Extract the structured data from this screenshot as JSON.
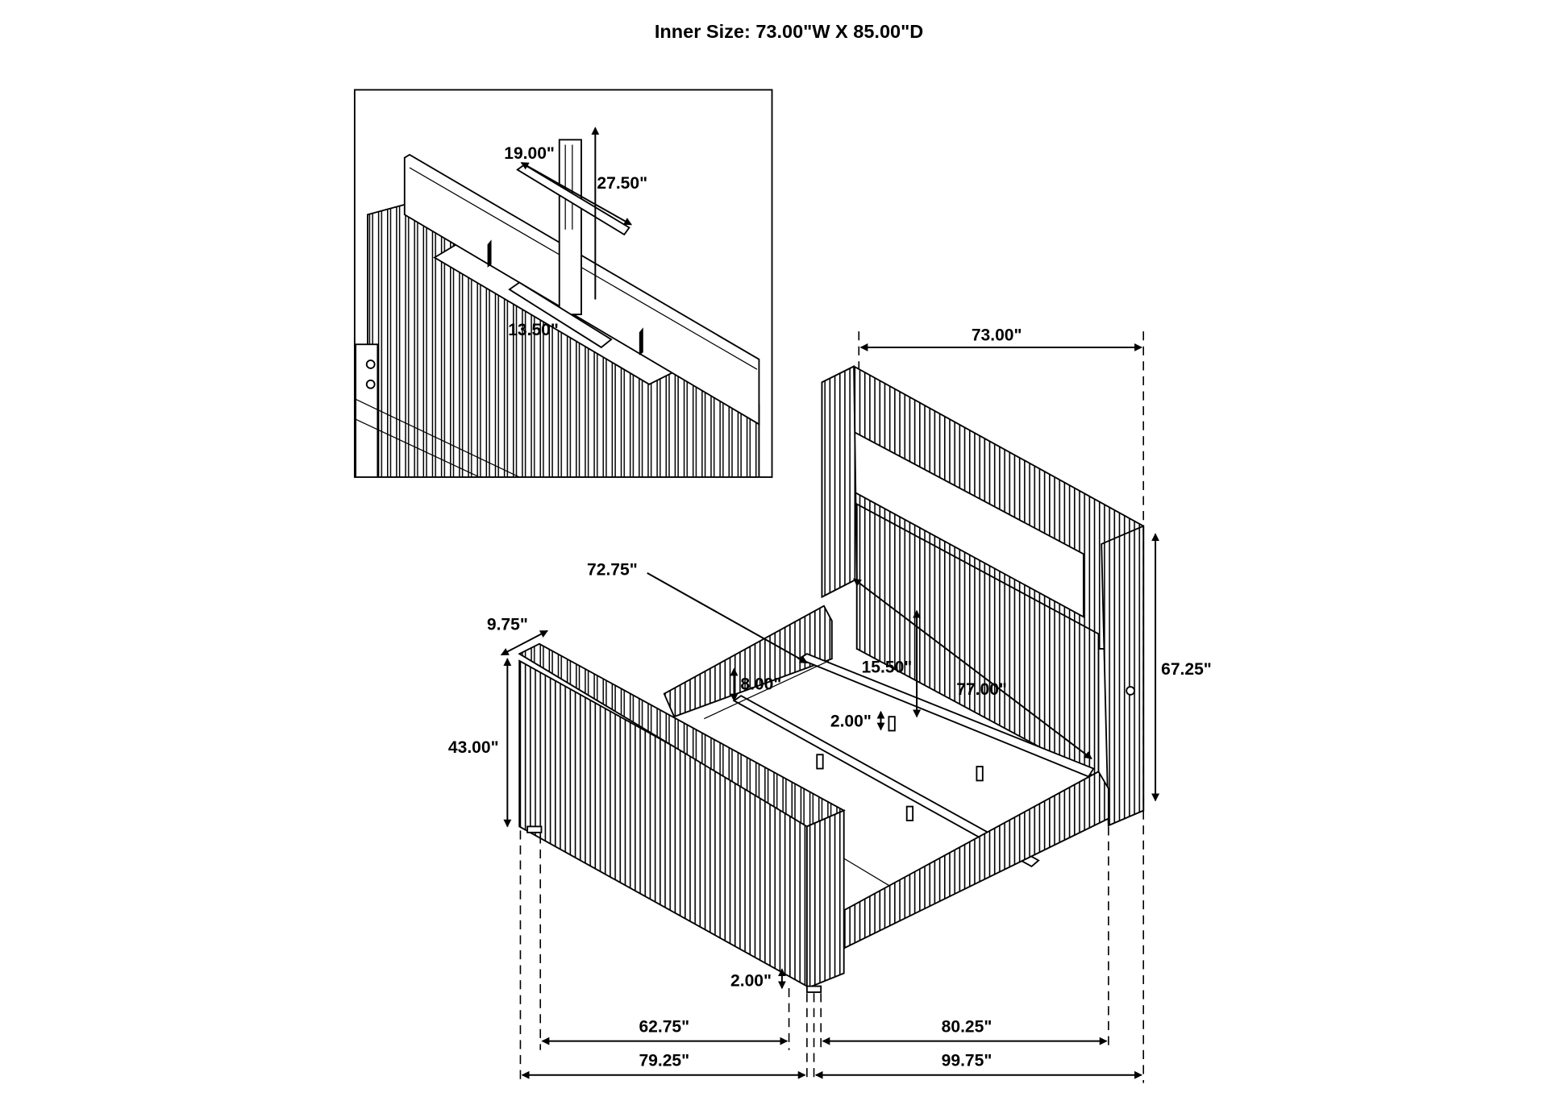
{
  "title": "Inner Size: 73.00\"W X 85.00\"D",
  "inset": {
    "labels": {
      "bracket_width": "19.00\"",
      "bracket_height": "27.50\"",
      "bracket_depth": "13.50\""
    }
  },
  "dimensions": {
    "headboard_width": "73.00\"",
    "headboard_height": "67.25\"",
    "rail_length": "72.75\"",
    "footboard_depth": "9.75\"",
    "footboard_height": "43.00\"",
    "rail_height": "8.00\"",
    "headboard_clearance": "15.50\"",
    "inner_length": "77.00\"",
    "slat_leg_gap": "2.00\"",
    "floor_clearance": "2.00\"",
    "inner_footboard_width": "62.75\"",
    "outer_footboard_width": "79.25\"",
    "inner_depth": "80.25\"",
    "overall_length": "99.75\""
  },
  "colors": {
    "line": "#000000",
    "background": "#ffffff"
  }
}
